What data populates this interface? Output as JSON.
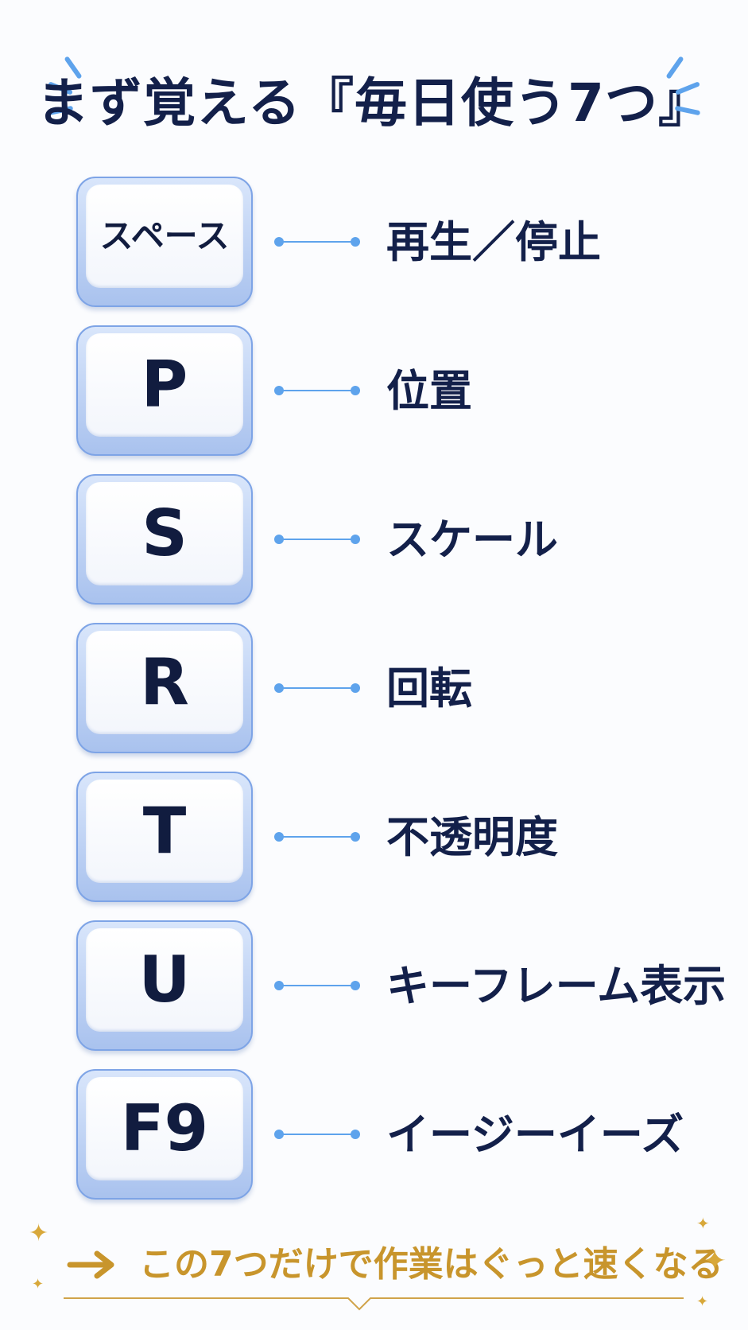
{
  "title": "まず覚える『毎日使う7つ』",
  "shortcuts": [
    {
      "key": "スペース",
      "action": "再生／停止"
    },
    {
      "key": "P",
      "action": "位置"
    },
    {
      "key": "S",
      "action": "スケール"
    },
    {
      "key": "R",
      "action": "回転"
    },
    {
      "key": "T",
      "action": "不透明度"
    },
    {
      "key": "U",
      "action": "キーフレーム表示"
    },
    {
      "key": "F9",
      "action": "イージーイーズ"
    }
  ],
  "footer": {
    "text": "この7つだけで作業はぐっと速くなる"
  },
  "colors": {
    "navy": "#13204a",
    "accent_blue": "#5ea3ec",
    "gold": "#c8952c"
  },
  "icons": {
    "title_burst": "burst-lines-icon",
    "footer_arrow": "arrow-right-icon",
    "sparkle": "sparkle-icon"
  }
}
